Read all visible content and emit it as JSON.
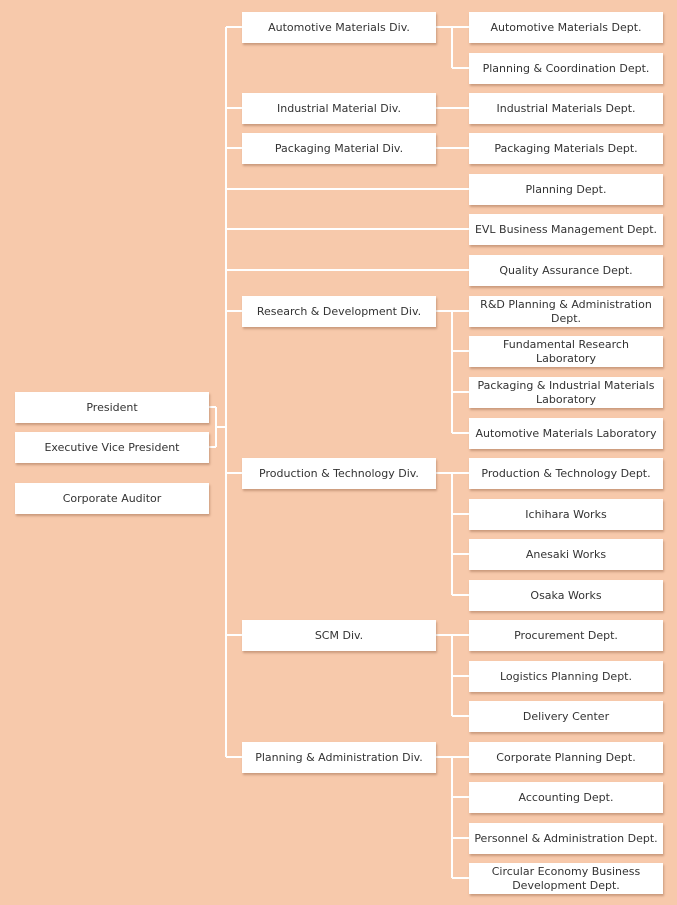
{
  "colors": {
    "background": "#f7c9ab",
    "box": "#ffffff",
    "connector": "#ffffff",
    "text": "#333333"
  },
  "executives": [
    {
      "label": "President"
    },
    {
      "label": "Executive Vice President"
    },
    {
      "label": "Corporate Auditor"
    }
  ],
  "divisions": [
    {
      "label": "Automotive Materials Div."
    },
    {
      "label": "Industrial Material Div."
    },
    {
      "label": "Packaging Material Div."
    },
    {
      "label": "Research & Development Div."
    },
    {
      "label": "Production & Technology Div."
    },
    {
      "label": "SCM Div."
    },
    {
      "label": "Planning & Administration Div."
    }
  ],
  "departments": [
    {
      "label": "Automotive Materials Dept."
    },
    {
      "label": "Planning & Coordination Dept."
    },
    {
      "label": "Industrial Materials Dept."
    },
    {
      "label": "Packaging Materials Dept."
    },
    {
      "label": "Planning Dept."
    },
    {
      "label": "EVL Business Management Dept."
    },
    {
      "label": "Quality Assurance Dept."
    },
    {
      "label": "R&D Planning & Administration Dept."
    },
    {
      "label": "Fundamental Research Laboratory"
    },
    {
      "label": "Packaging & Industrial Materials Laboratory"
    },
    {
      "label": "Automotive Materials Laboratory"
    },
    {
      "label": "Production & Technology Dept."
    },
    {
      "label": "Ichihara Works"
    },
    {
      "label": "Anesaki Works"
    },
    {
      "label": "Osaka Works"
    },
    {
      "label": "Procurement Dept."
    },
    {
      "label": "Logistics Planning Dept."
    },
    {
      "label": "Delivery Center"
    },
    {
      "label": "Corporate Planning Dept."
    },
    {
      "label": "Accounting Dept."
    },
    {
      "label": "Personnel & Administration Dept."
    },
    {
      "label": "Circular Economy Business Development Dept."
    }
  ]
}
